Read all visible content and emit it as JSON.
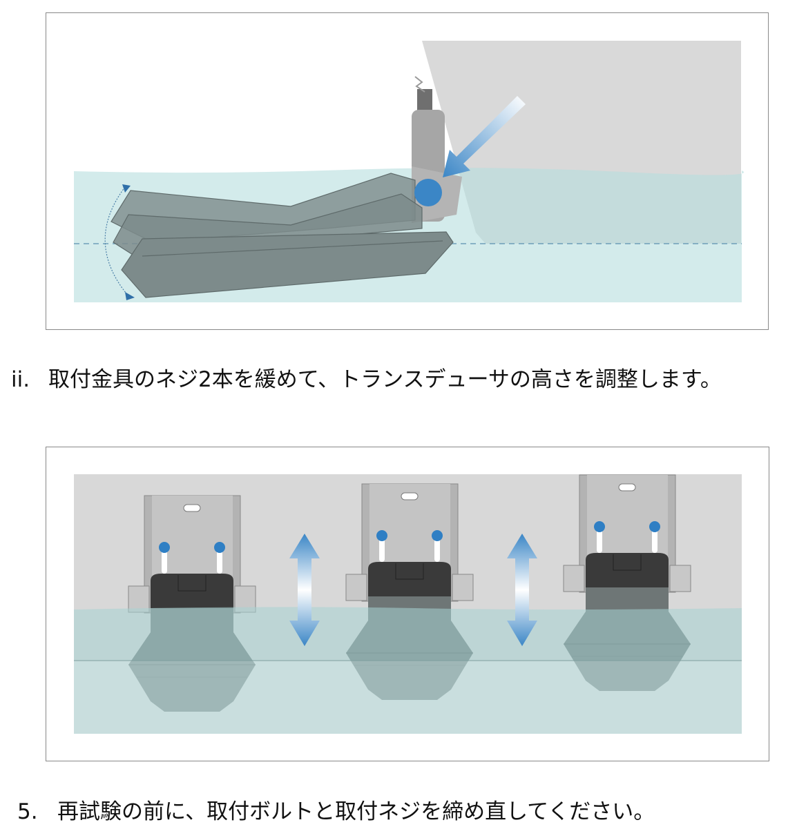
{
  "steps": [
    {
      "number": "ii.",
      "text": "取付金具のネジ2本を緩めて、トランスデューサの高さを調整します。"
    },
    {
      "number": "5.",
      "text": "再試験の前に、取付ボルトと取付ネジを締め直してください。"
    }
  ],
  "colors": {
    "water": "#cfe9e9",
    "hull": "#d9d9d9",
    "transducer": "#7d8b8b",
    "screw": "#2f7fc4"
  }
}
